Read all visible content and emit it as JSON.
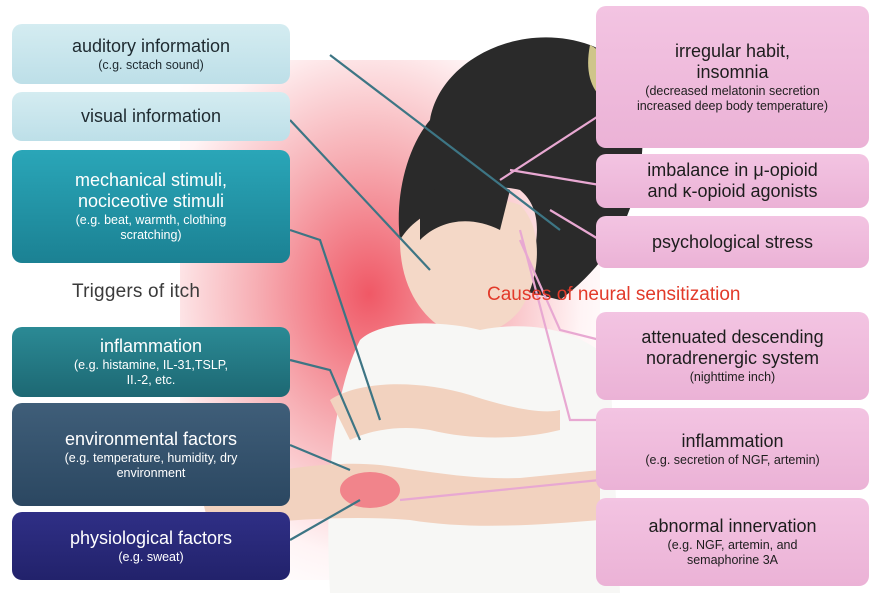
{
  "left_heading": "Triggers of itch",
  "right_heading": "Causes of neural sensitization",
  "triggers": [
    {
      "title": "auditory information",
      "subtitle": "(c.g. sctach sound)"
    },
    {
      "title": "visual information",
      "subtitle": ""
    },
    {
      "title": "mechanical stimuli,\nnociceotive stimuli",
      "subtitle": "(e.g. beat, warmth, clothing\nscratching)"
    },
    {
      "title": "inflammation",
      "subtitle": "(e.g. histamine, IL-31,TSLP,\nII.-2, etc."
    },
    {
      "title": "environmental factors",
      "subtitle": "(e.g. temperature, humidity, dry\nenvironment"
    },
    {
      "title": "physiological factors",
      "subtitle": "(e.g. sweat)"
    }
  ],
  "causes": [
    {
      "title": "irregular habit,\ninsomnia",
      "subtitle": "(decreased melatonin secretion\nincreased deep body temperature)"
    },
    {
      "title": "imbalance in μ-opioid\nand κ-opioid agonists",
      "subtitle": ""
    },
    {
      "title": "psychological stress",
      "subtitle": ""
    },
    {
      "title": "attenuated descending\nnoradrenergic system",
      "subtitle": "(nighttime inch)"
    },
    {
      "title": "inflammation",
      "subtitle": "(e.g. secretion of NGF, artemin)"
    },
    {
      "title": "abnormal innervation",
      "subtitle": "(e.g. NGF, artemin, and\nsemaphorine 3A"
    }
  ],
  "colors": {
    "left_light": "#c9e6ee",
    "left_teal": "#2298ab",
    "left_slate": "#35536e",
    "left_indigo": "#29297a",
    "right_pink": "#efbbdc",
    "heading_red": "#e23a2a",
    "line_left": "#3d7584",
    "line_right": "#e8a8d2"
  }
}
